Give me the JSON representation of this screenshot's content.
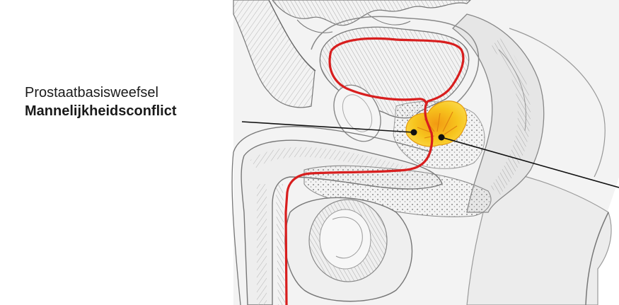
{
  "label": {
    "line1": "Prostaatbasisweefsel",
    "line2": "Mannelijkheidsconflict"
  },
  "colors": {
    "urethra_red": "#d81e1e",
    "prostate_yellow": "#f7c51e",
    "prostate_orange": "#f29a12",
    "outline": "#555555",
    "shading": "#9a9a9a",
    "skin": "#f1f1f1",
    "pointer": "#111111"
  },
  "icons": {
    "marker": "pointer-dot"
  }
}
